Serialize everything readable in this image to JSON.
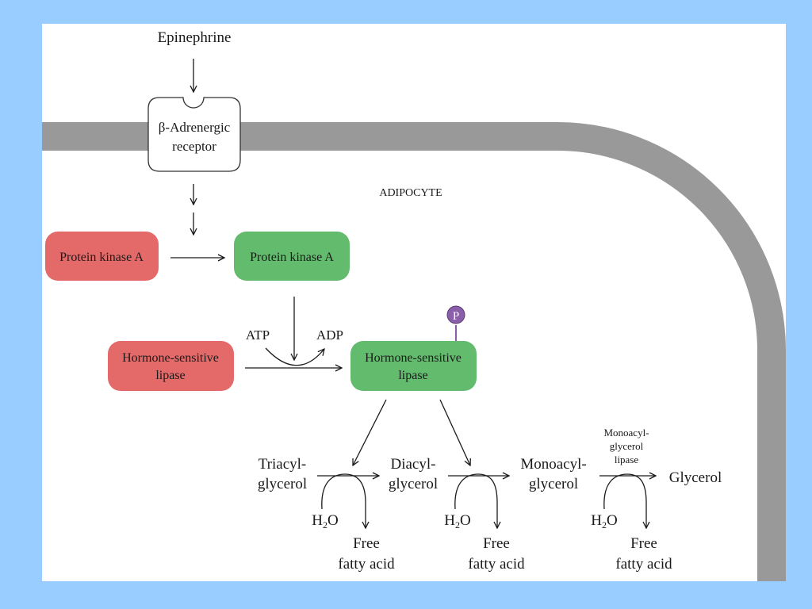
{
  "colors": {
    "background": "#99ccff",
    "membrane": "#999999",
    "inactive": "#e46a6a",
    "active": "#63bb6d",
    "phosphate": "#8a5ea8"
  },
  "diagram": {
    "stimulus": "Epinephrine",
    "receptor": {
      "line1": "β-Adrenergic",
      "line2": "receptor"
    },
    "cell_label": "ADIPOCYTE",
    "pka_inactive": "Protein kinase A",
    "pka_active": "Protein kinase A",
    "atp": "ATP",
    "adp": "ADP",
    "hsl_inactive": {
      "line1": "Hormone-sensitive",
      "line2": "lipase"
    },
    "hsl_active": {
      "line1": "Hormone-sensitive",
      "line2": "lipase"
    },
    "phosphate": "P",
    "substrates": {
      "tag": {
        "line1": "Triacyl-",
        "line2": "glycerol"
      },
      "dag": {
        "line1": "Diacyl-",
        "line2": "glycerol"
      },
      "mag": {
        "line1": "Monoacyl-",
        "line2": "glycerol"
      },
      "glycerol": "Glycerol"
    },
    "mgl_enzyme": {
      "line1": "Monoacyl-",
      "line2": "glycerol",
      "line3": "lipase"
    },
    "water": {
      "base": "H",
      "sub": "2",
      "tail": "O"
    },
    "product": {
      "line1": "Free",
      "line2": "fatty acid"
    }
  }
}
